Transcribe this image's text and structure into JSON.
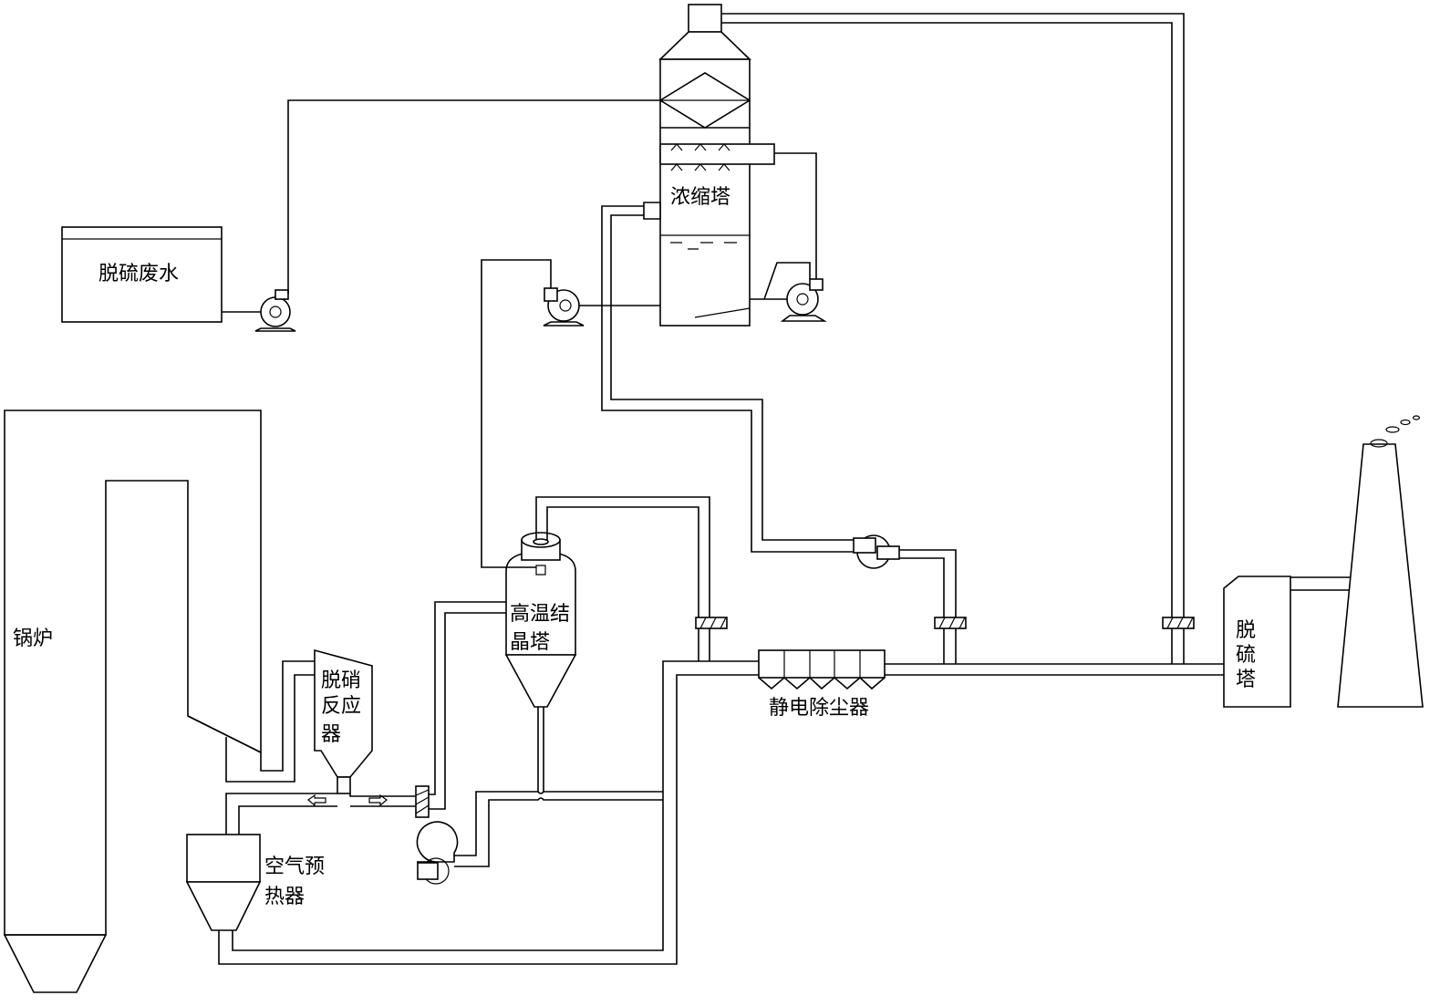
{
  "labels": {
    "wastewater": "脱硫废水",
    "concentrator": "浓缩塔",
    "boiler": "锅炉",
    "denitration_1": "脱硝",
    "denitration_2": "反应",
    "denitration_3": "器",
    "crystallizer_1": "高温结",
    "crystallizer_2": "晶塔",
    "air_preheater_1": "空气预",
    "air_preheater_2": "热器",
    "esp": "静电除尘器",
    "desulf_1": "脱",
    "desulf_2": "硫",
    "desulf_3": "塔"
  }
}
